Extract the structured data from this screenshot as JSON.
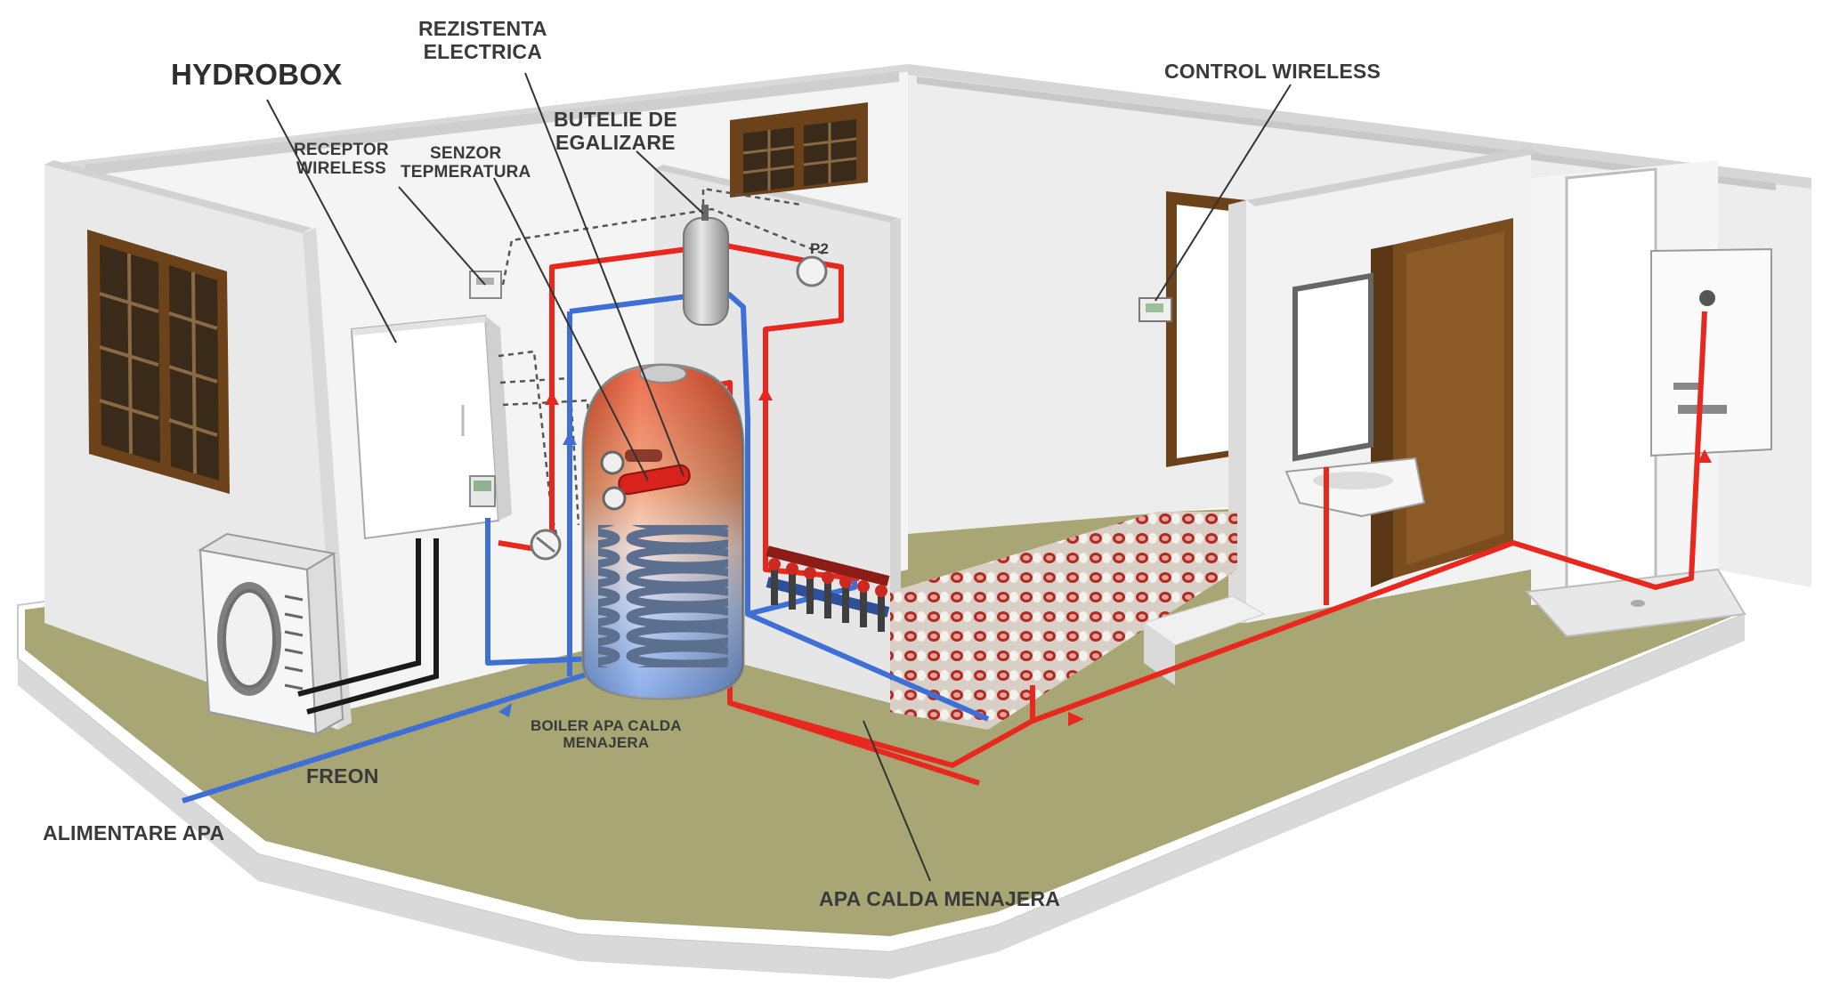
{
  "labels": {
    "hydrobox": "HYDROBOX",
    "rezistenta_line1": "REZISTENTA",
    "rezistenta_line2": "ELECTRICA",
    "receptor_line1": "RECEPTOR",
    "receptor_line2": "WIRELESS",
    "senzor_line1": "SENZOR",
    "senzor_line2": "TEPMERATURA",
    "butelie_line1": "BUTELIE DE",
    "butelie_line2": "EGALIZARE",
    "control_wireless": "CONTROL WIRELESS",
    "p2": "P2",
    "boiler_line1": "BOILER APA CALDA",
    "boiler_line2": "MENAJERA",
    "freon": "FREON",
    "alimentare_apa": "ALIMENTARE APA",
    "apa_calda_menajera": "APA CALDA MENAJERA"
  },
  "colors": {
    "hot_pipe": "#e8281e",
    "cold_pipe": "#3d6fd6",
    "floor": "#a8a675",
    "wall": "#ececec",
    "wood": "#6b4219"
  }
}
